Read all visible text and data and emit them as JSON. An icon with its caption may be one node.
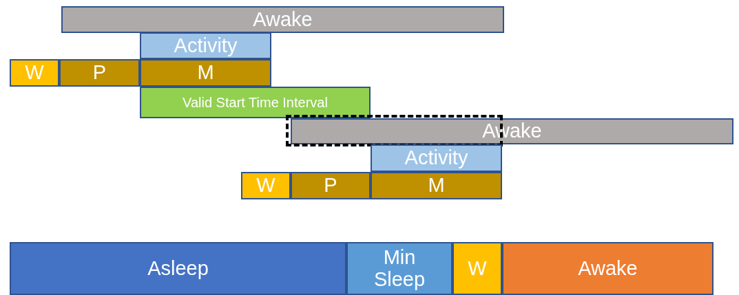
{
  "diagram": {
    "nodes": [
      {
        "text": [
          "Awake"
        ]
      },
      {
        "text": [
          "Activity"
        ]
      },
      {
        "text": [
          "W"
        ]
      },
      {
        "text": [
          "P"
        ]
      },
      {
        "text": [
          "M"
        ]
      },
      {
        "text": [
          "Valid Start Time Interval"
        ]
      },
      {
        "text": [
          "Awake"
        ]
      },
      {
        "text": [],
        "shape": "box"
      },
      {
        "text": [
          "Activity"
        ]
      },
      {
        "text": [
          "W"
        ]
      },
      {
        "text": [
          "P"
        ]
      },
      {
        "text": [
          "M"
        ]
      },
      {
        "text": [
          "Asleep"
        ]
      },
      {
        "text": [
          "Min Sleep"
        ]
      },
      {
        "text": [
          "W"
        ]
      },
      {
        "text": [
          "Awake"
        ]
      }
    ]
  }
}
